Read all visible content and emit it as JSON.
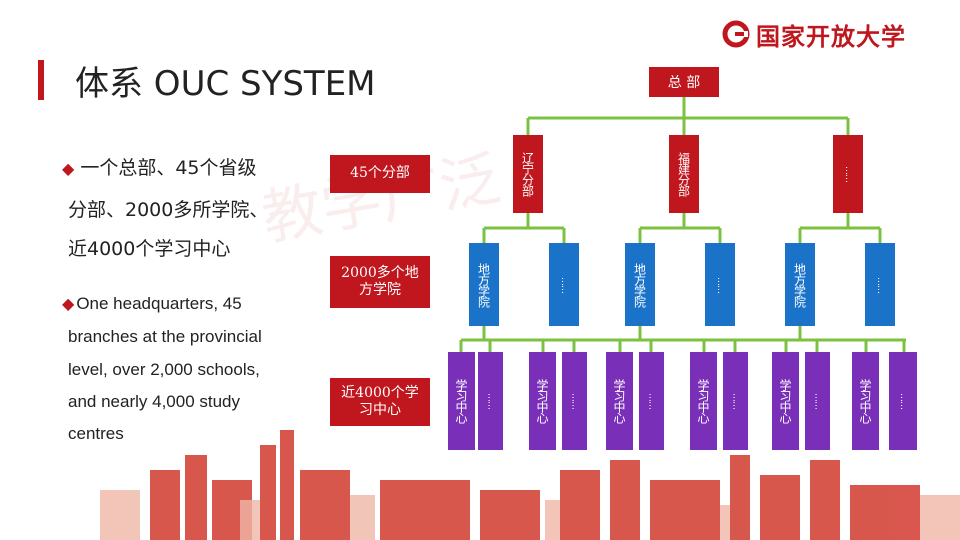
{
  "title": "体系 OUC SYSTEM",
  "logo": {
    "name": "国家开放大学"
  },
  "intro": {
    "cn_lines": [
      "一个总部、45个省级",
      "分部、2000多所学院、",
      "近4000个学习中心"
    ],
    "en_lines": [
      "One headquarters, 45",
      "branches at the provincial",
      "level, over 2,000 schools,",
      "and nearly 4,000 study",
      "centres"
    ]
  },
  "level_labels": {
    "branches": "45个分部",
    "colleges": "2000多个地方学院",
    "centres": "近4000个学习中心"
  },
  "hq": {
    "label": "总 部"
  },
  "branches": [
    {
      "label": "辽宁分部"
    },
    {
      "label": "福建分部"
    },
    {
      "label": "……"
    }
  ],
  "colleges": [
    {
      "label": "地方学院"
    },
    {
      "label": "……"
    },
    {
      "label": "地方学院"
    },
    {
      "label": "……"
    },
    {
      "label": "地方学院"
    },
    {
      "label": "……"
    }
  ],
  "centres": [
    {
      "label": "学习中心"
    },
    {
      "label": "……"
    },
    {
      "label": "学习中心"
    },
    {
      "label": "……"
    },
    {
      "label": "学习中心"
    },
    {
      "label": "……"
    },
    {
      "label": "学习中心"
    },
    {
      "label": "……"
    },
    {
      "label": "学习中心"
    },
    {
      "label": "……"
    },
    {
      "label": "学习中心"
    },
    {
      "label": "……"
    }
  ],
  "colors": {
    "accent": "#c0161e",
    "hq": "#c0161e",
    "branch": "#c0161e",
    "college": "#1a73c9",
    "centre": "#7a2fb8",
    "connector": "#7cc242",
    "level_label_bg": "#c0161e"
  }
}
